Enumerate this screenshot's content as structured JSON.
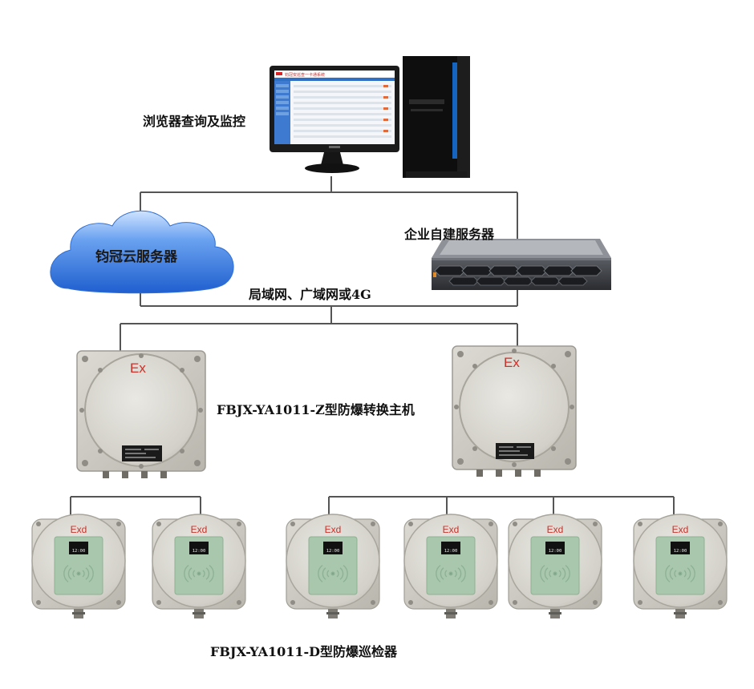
{
  "labels": {
    "browser": "浏览器查询及监控",
    "cloud": "钧冠云服务器",
    "enterprise_server": "企业自建服务器",
    "network": "局域网、广域网或4G",
    "host": "FBJX-YA1011-Z型防爆转换主机",
    "inspector": "FBJX-YA1011-D型防爆巡检器"
  },
  "screen": {
    "title": "钧冠安巡查一卡通系统"
  },
  "devices": {
    "host_mark": "Ex",
    "inspector_mark": "Exd",
    "inspector_display": "12:00"
  },
  "colors": {
    "line": "#555555",
    "housing": "#d3d1c9",
    "panel": "#a8c7ac",
    "cloud": "#3f7fe0",
    "mark_red": "#c8322a"
  }
}
